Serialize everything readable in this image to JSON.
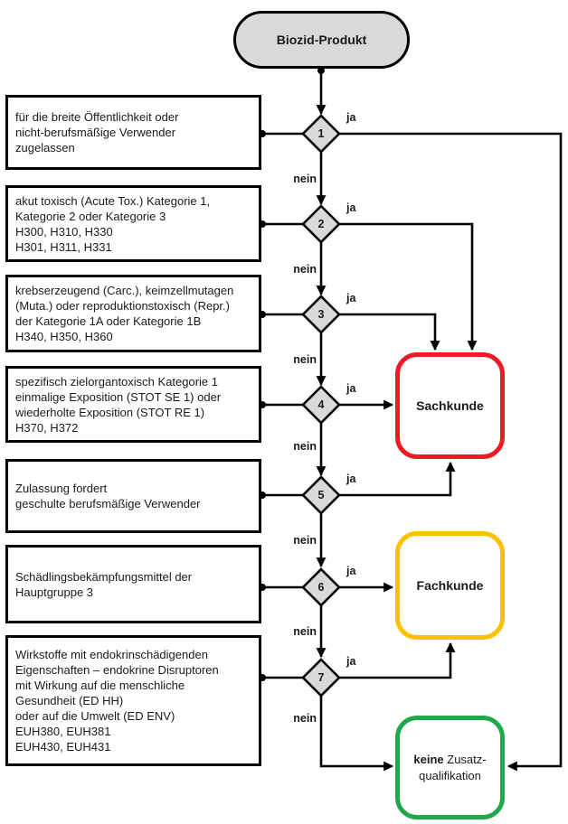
{
  "start": {
    "label": "Biozid-Produkt"
  },
  "conditions": [
    {
      "text": "für die breite Öffentlichkeit oder\nnicht-berufsmäßige Verwender\nzugelassen"
    },
    {
      "text": "akut toxisch (Acute Tox.) Kategorie 1,\nKategorie 2 oder Kategorie 3\nH300, H310, H330\nH301, H311, H331"
    },
    {
      "text": "krebserzeugend (Carc.), keimzellmutagen\n(Muta.) oder reproduktionstoxisch (Repr.)\nder Kategorie 1A oder Kategorie 1B\nH340, H350, H360"
    },
    {
      "text": "spezifisch zielorgantoxisch Kategorie 1\neinmalige Exposition (STOT SE 1) oder\nwiederholte Exposition (STOT RE 1)\nH370, H372"
    },
    {
      "text": "Zulassung fordert\ngeschulte berufsmäßige Verwender"
    },
    {
      "text": "Schädlingsbekämpfungsmittel der\nHauptgruppe 3"
    },
    {
      "text": "Wirkstoffe mit endokrinschädigenden\nEigenschaften – endokrine Disruptoren\nmit Wirkung auf die menschliche\nGesundheit (ED HH)\noder auf die Umwelt (ED ENV)\nEUH380, EUH381\nEUH430, EUH431"
    }
  ],
  "decisions": [
    {
      "number": "1",
      "yes": "ja",
      "no": "nein"
    },
    {
      "number": "2",
      "yes": "ja",
      "no": "nein"
    },
    {
      "number": "3",
      "yes": "ja",
      "no": "nein"
    },
    {
      "number": "4",
      "yes": "ja",
      "no": "nein"
    },
    {
      "number": "5",
      "yes": "ja",
      "no": "nein"
    },
    {
      "number": "6",
      "yes": "ja",
      "no": "nein"
    },
    {
      "number": "7",
      "yes": "ja",
      "no": "nein"
    }
  ],
  "outcomes": {
    "sachkunde": {
      "label": "Sachkunde",
      "border_color": "#ed1c24"
    },
    "fachkunde": {
      "label": "Fachkunde",
      "border_color": "#ffc000"
    },
    "keine": {
      "bold": "keine",
      "rest": " Zusatz-",
      "line2": "qualifikation",
      "border_color": "#22a84c"
    }
  },
  "colors": {
    "node_fill": "#d9d9d9",
    "line": "#000000"
  }
}
